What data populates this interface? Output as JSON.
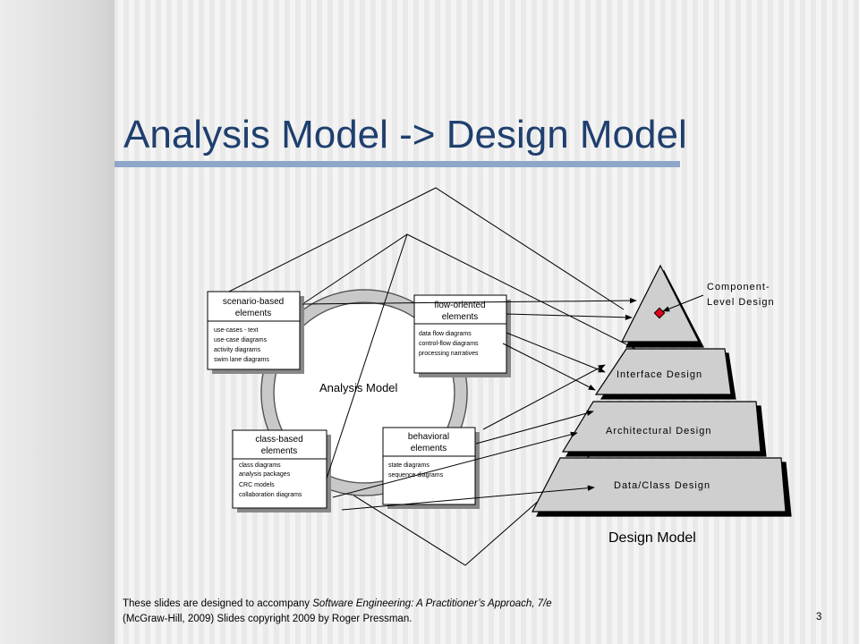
{
  "slide": {
    "title": "Analysis Model -> Design Model",
    "page_number": "3",
    "footer": {
      "line1_prefix": "These slides are designed to accompany ",
      "line1_italic": "Software Engineering:  A Practitioner’s Approach, 7/e",
      "line2": "(McGraw-Hill,  2009) Slides copyright 2009 by Roger Pressman."
    }
  },
  "analysis": {
    "label": "Analysis Model",
    "boxes": {
      "scenario": {
        "title_lines": [
          "scenario-based",
          "elements"
        ],
        "items": [
          "use-cases - text",
          "use-case diagrams",
          "activity diagrams",
          "swim lane diagrams"
        ]
      },
      "flow": {
        "title_lines": [
          "flow-oriented",
          "elements"
        ],
        "items": [
          "data flow diagrams",
          "control-flow diagrams",
          "processing narratives"
        ]
      },
      "classbased": {
        "title_lines": [
          "class-based",
          "elements"
        ],
        "items": [
          "class diagrams",
          "analysis packages",
          "CRC models",
          "collaboration diagrams"
        ]
      },
      "behavioral": {
        "title_lines": [
          "behavioral",
          "elements"
        ],
        "items": [
          "state diagrams",
          "sequence diagrams"
        ]
      }
    }
  },
  "design": {
    "label": "Design Model",
    "layers": {
      "component": [
        "Component-",
        "Level Design"
      ],
      "interface": "Interface Design",
      "architectural": "Architectural Design",
      "data_class": "Data/Class Design"
    }
  }
}
